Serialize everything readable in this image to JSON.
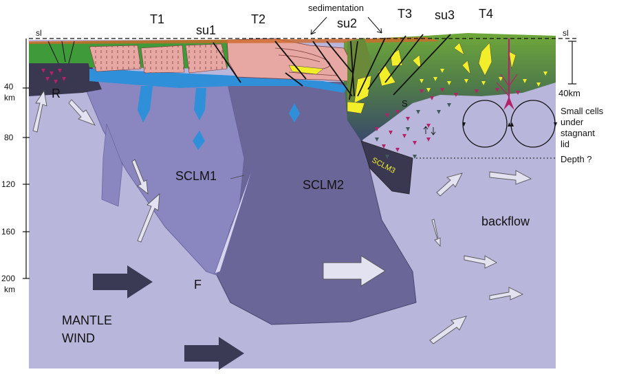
{
  "terranes": [
    "T1",
    "T2",
    "T3",
    "T4"
  ],
  "sutures": [
    "su1",
    "su2",
    "su3"
  ],
  "sealevel_left": "sl",
  "sealevel_right": "sl",
  "sedimentation": "sedimentation",
  "depth_axis": {
    "ticks": [
      "40\nkm",
      "80",
      "120",
      "160",
      "200\nkm"
    ],
    "t40": "40",
    "t40_unit": "km",
    "t80": "80",
    "t120": "120",
    "t160": "160",
    "t200": "200",
    "t200_unit": "km"
  },
  "right_scale": "40km",
  "regions": {
    "sclm1": "SCLM1",
    "sclm2": "SCLM2",
    "sclm3": "SCLM3",
    "mantle_wind_1": "MANTLE",
    "mantle_wind_2": "WIND",
    "backflow": "backflow"
  },
  "markers": {
    "r": "R",
    "s": "S",
    "f": "F"
  },
  "annotations": {
    "small_cells_1": "Small cells",
    "small_cells_2": "under",
    "small_cells_3": "stagnant",
    "small_cells_4": "lid",
    "depth_q": "Depth ?"
  },
  "colors": {
    "mantle": "#b9b6dc",
    "sclm1": "#8a86c0",
    "sclm2": "#6b6698",
    "sclm3": "#3a3850",
    "crust_pink": "#e7a7a2",
    "crust_green": "#3f9a3a",
    "melt_blue": "#2f8fd8",
    "yellow": "#f3ee2a",
    "magenta": "#b2236a",
    "arrow_dark": "#3b3a55"
  }
}
